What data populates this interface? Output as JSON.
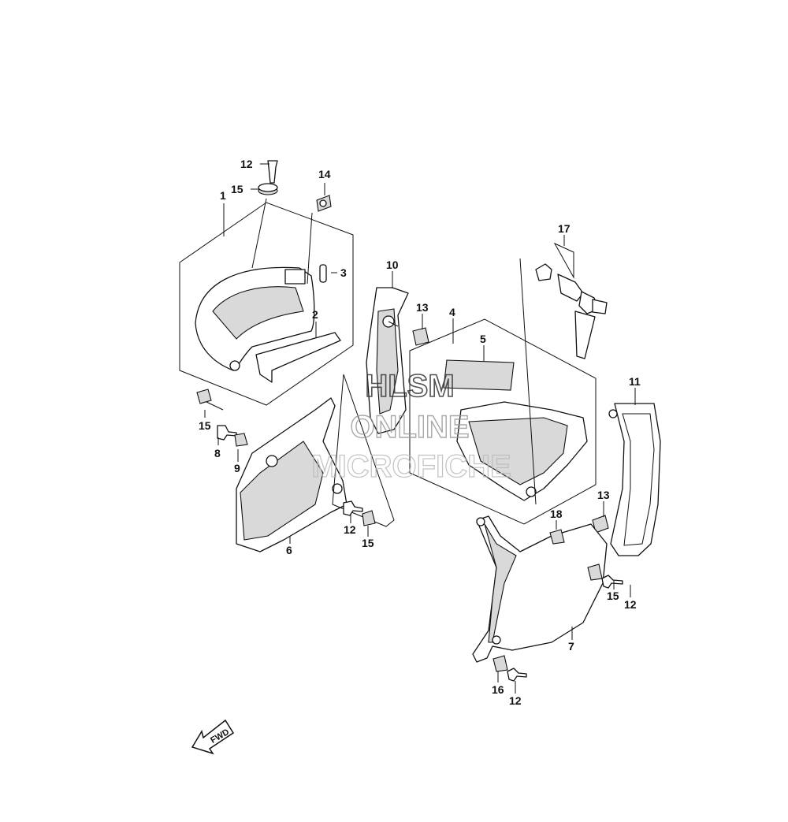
{
  "callouts": {
    "c1": "1",
    "c2": "2",
    "c3": "3",
    "c4": "4",
    "c5": "5",
    "c6": "6",
    "c7": "7",
    "c8": "8",
    "c9": "9",
    "c10": "10",
    "c11": "11",
    "c12a": "12",
    "c12b": "12",
    "c12c": "12",
    "c12d": "12",
    "c13a": "13",
    "c13b": "13",
    "c14": "14",
    "c15a": "15",
    "c15b": "15",
    "c15c": "15",
    "c15d": "15",
    "c16": "16",
    "c17": "17",
    "c18": "18"
  },
  "fwd_label": "FWD",
  "watermark": {
    "line1": "HLSM",
    "line2": "ONLINE",
    "line3": "MICROFICHE"
  }
}
